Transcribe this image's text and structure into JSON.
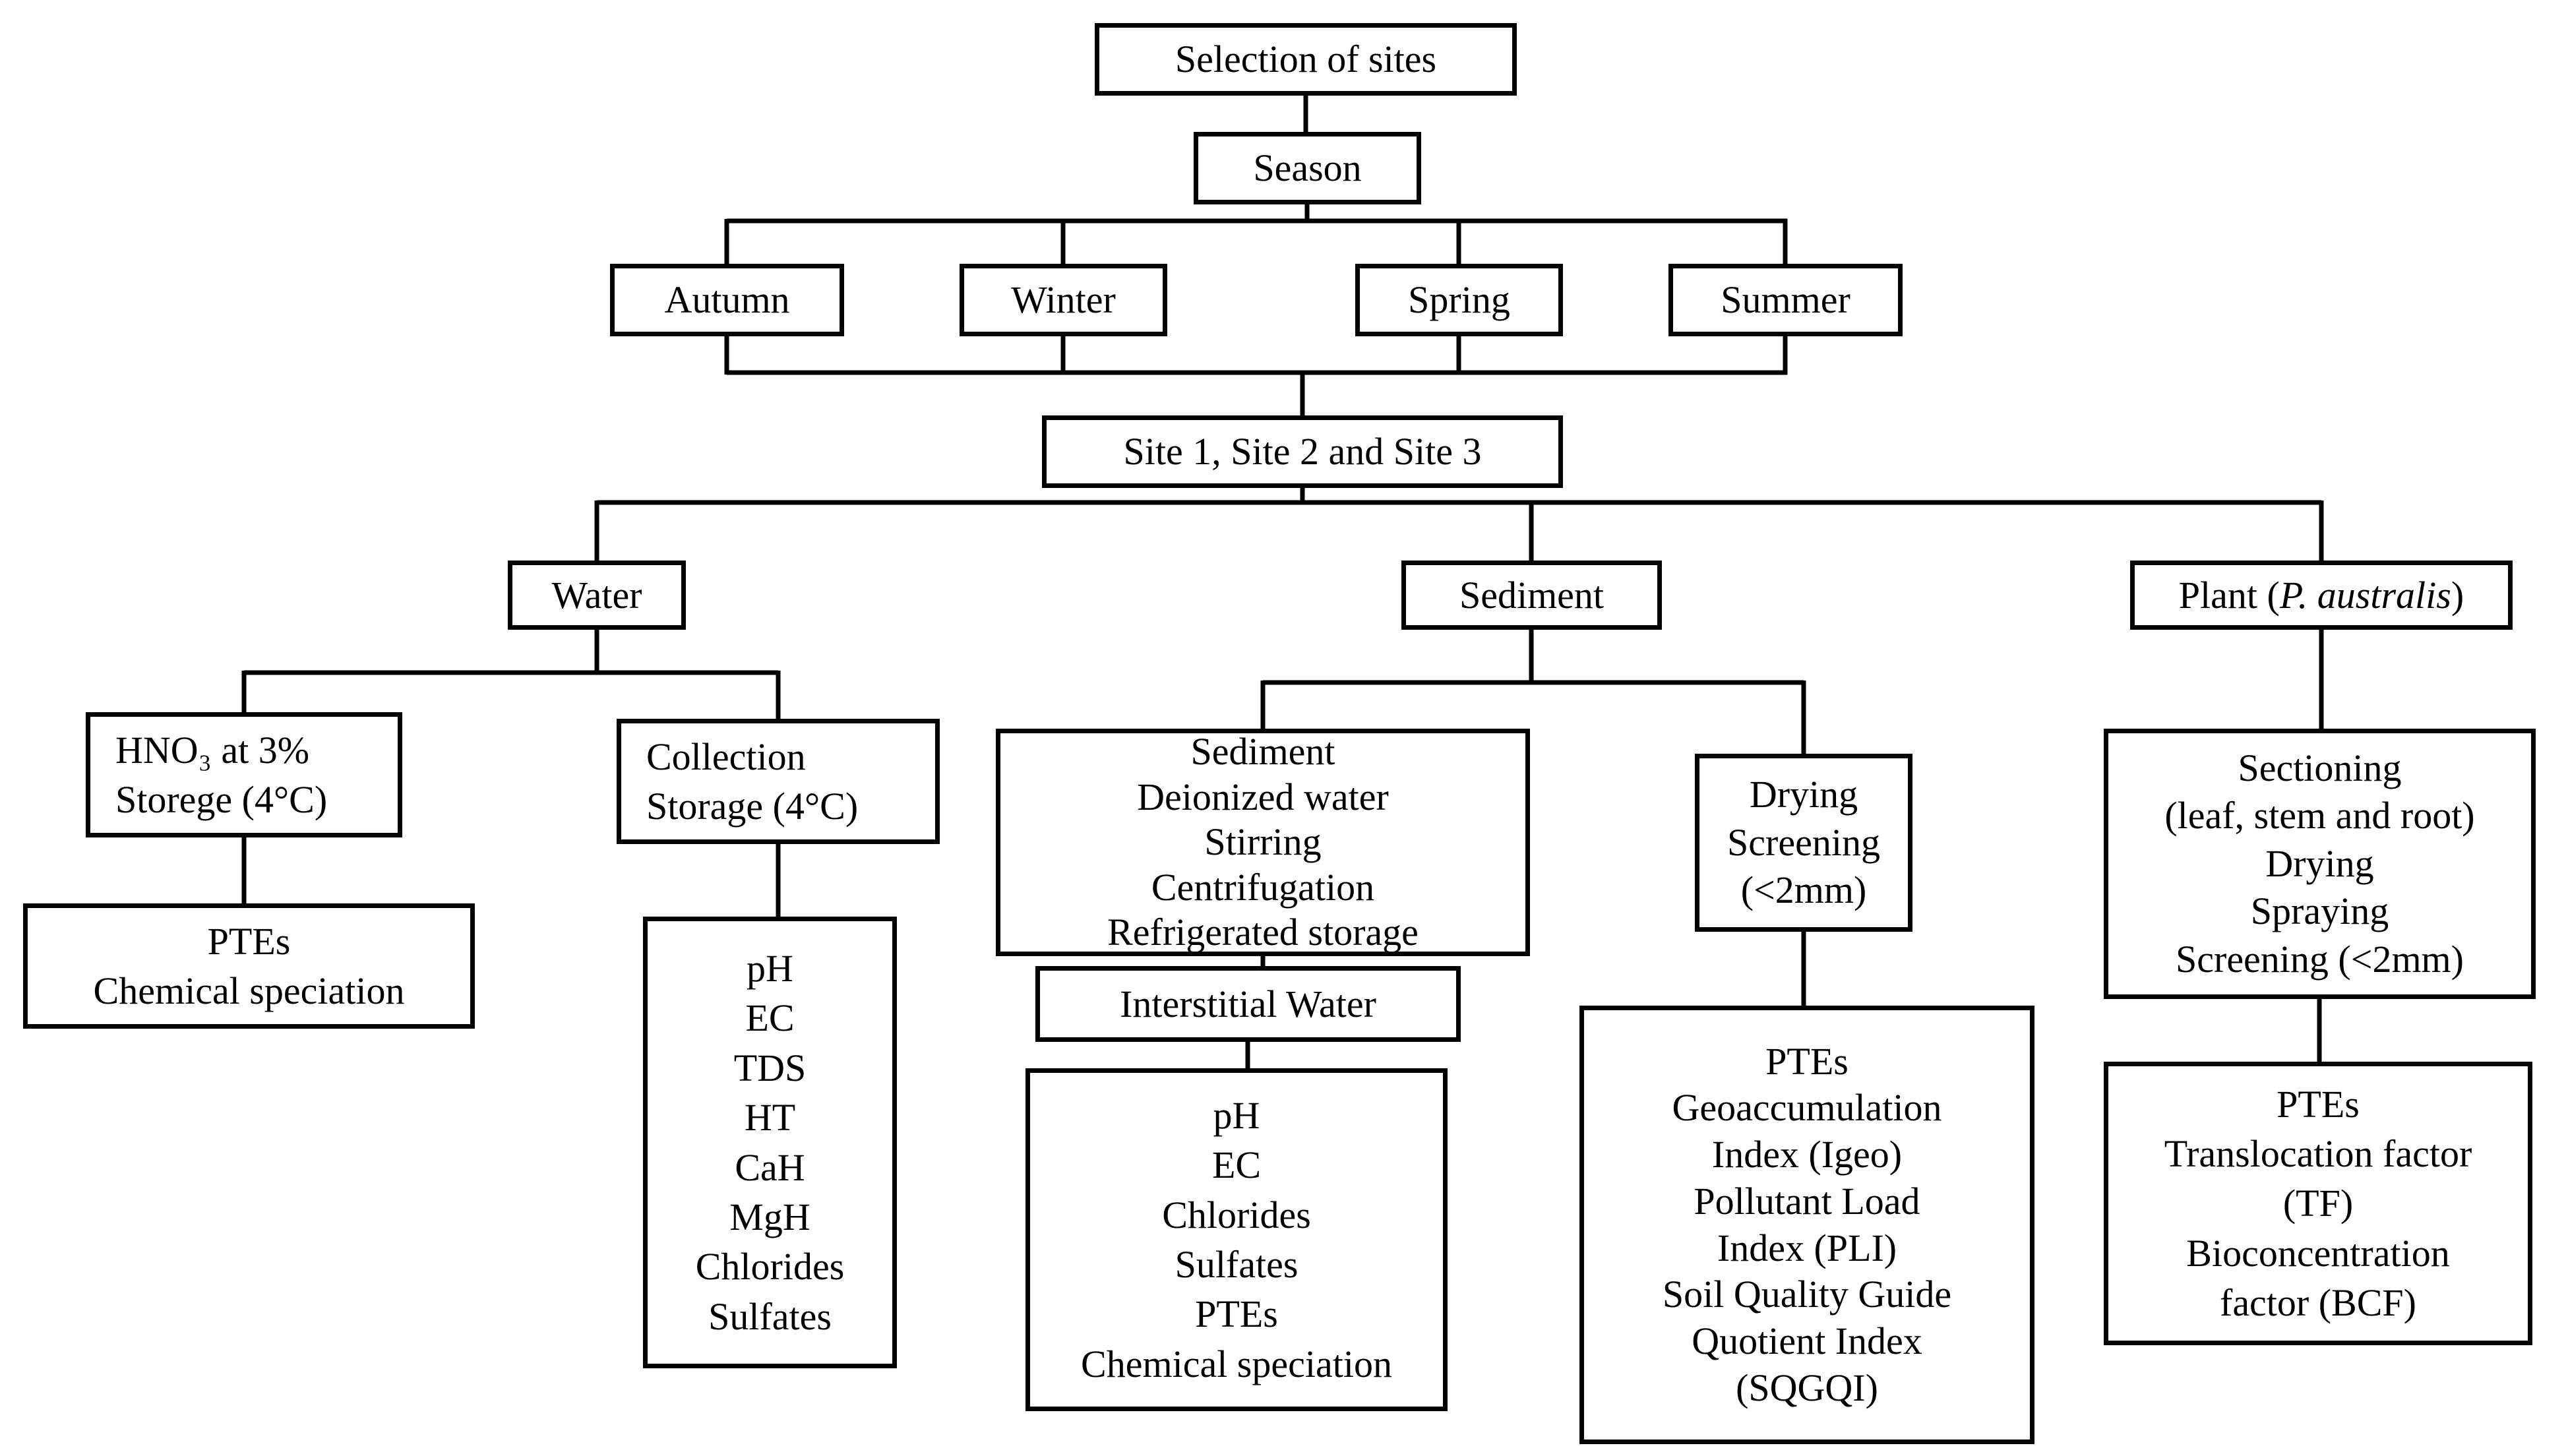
{
  "title": "Sampling and analysis flowchart",
  "colors": {
    "background": "#ffffff",
    "box_border": "#000000",
    "connector_line": "#000000",
    "text": "#000000"
  },
  "nodes": {
    "selection": {
      "label": "Selection of sites"
    },
    "season": {
      "label": "Season"
    },
    "autumn": {
      "label": "Autumn"
    },
    "winter": {
      "label": "Winter"
    },
    "spring": {
      "label": "Spring"
    },
    "summer": {
      "label": "Summer"
    },
    "sites": {
      "label": "Site 1, Site 2 and Site 3"
    },
    "water": {
      "label": "Water"
    },
    "sediment": {
      "label": "Sediment"
    },
    "plant": {
      "prefix": "Plant (",
      "species": "P. australis",
      "suffix": ")"
    },
    "water_acid": {
      "lines": [
        "HNO₃ at 3%",
        "Storege (4°C)"
      ]
    },
    "water_acid_analysis": {
      "lines": [
        "PTEs",
        "Chemical speciation"
      ]
    },
    "water_collection": {
      "lines": [
        "Collection",
        "Storage (4°C)"
      ]
    },
    "water_params": {
      "lines": [
        "pH",
        "EC",
        "TDS",
        "HT",
        "CaH",
        "MgH",
        "Chlorides",
        "Sulfates"
      ]
    },
    "sediment_prep": {
      "lines": [
        "Sediment",
        "Deionized water",
        "Stirring",
        "Centrifugation",
        "Refrigerated storage"
      ]
    },
    "interstitial": {
      "label": "Interstitial Water"
    },
    "interstitial_params": {
      "lines": [
        "pH",
        "EC",
        "Chlorides",
        "Sulfates",
        "PTEs",
        "Chemical speciation"
      ]
    },
    "sediment_dry": {
      "lines": [
        "Drying",
        "Screening",
        "(<2mm)"
      ]
    },
    "sediment_indices": {
      "lines": [
        "PTEs",
        "Geoaccumulation",
        "Index (Igeo)",
        "Pollutant Load",
        "Index (PLI)",
        "Soil Quality Guide",
        "Quotient Index",
        "(SQGQI)"
      ]
    },
    "plant_prep": {
      "lines": [
        "Sectioning",
        "(leaf, stem and root)",
        "Drying",
        "Spraying",
        "Screening (<2mm)"
      ]
    },
    "plant_indices": {
      "lines": [
        "PTEs",
        "Translocation factor",
        "(TF)",
        "Bioconcentration",
        "factor (BCF)"
      ]
    }
  }
}
